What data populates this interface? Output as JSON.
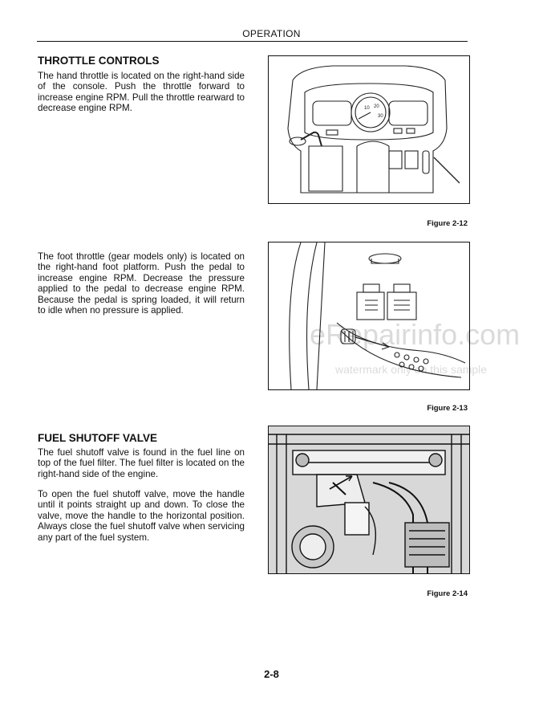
{
  "header": {
    "title": "OPERATION"
  },
  "sections": [
    {
      "heading": "THROTTLE CONTROLS",
      "paragraphs": [
        "The hand throttle is located on the right-hand side of the console. Push the throttle forward to increase engine RPM. Pull the throttle rearward to decrease engine RPM."
      ]
    },
    {
      "heading": "",
      "paragraphs": [
        "The foot throttle (gear models only) is located on the right-hand foot platform. Push the pedal to increase engine RPM. Decrease the pressure applied to the pedal to decrease engine RPM. Because the pedal is spring loaded, it will return to idle when no pressure is applied."
      ]
    },
    {
      "heading": "FUEL SHUTOFF VALVE",
      "paragraphs": [
        "The fuel shutoff valve is found in the fuel line on top of the fuel filter. The fuel filter is located on the right-hand side of the engine.",
        "To open the fuel shutoff valve, move the handle until it points straight up and down. To close the valve, move the handle to the horizontal position. Always close the fuel shutoff valve when servicing any part of the fuel system."
      ]
    }
  ],
  "figures": [
    {
      "caption": "Figure 2-12",
      "gauge_labels": [
        "10",
        "20",
        "30"
      ]
    },
    {
      "caption": "Figure 2-13"
    },
    {
      "caption": "Figure 2-14"
    }
  ],
  "watermark": {
    "line1": "eRepairinfo.com",
    "line2": "watermark only on this sample"
  },
  "footer": {
    "page_number": "2-8"
  }
}
